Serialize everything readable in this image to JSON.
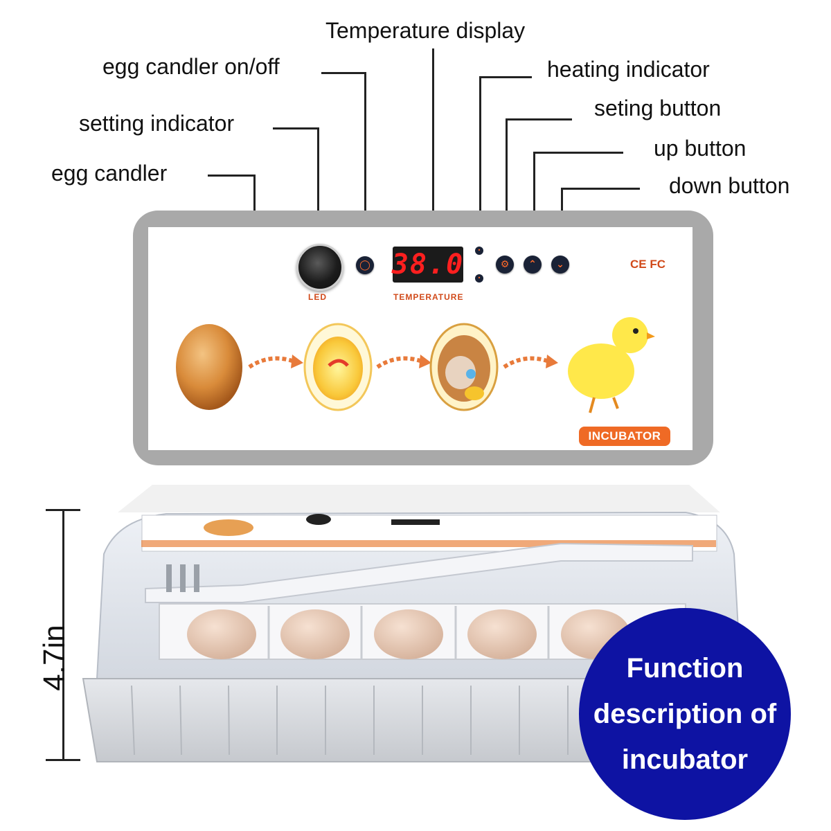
{
  "callouts": {
    "temperature_display": "Temperature display",
    "egg_candler_onoff": "egg candler on/off",
    "heating_indicator": "heating indicator",
    "setting_button": "seting button",
    "setting_indicator": "setting indicator",
    "up_button": "up button",
    "egg_candler": "egg candler",
    "down_button": "down button"
  },
  "panel": {
    "led_label": "LED",
    "temperature_label": "TEMPERATURE",
    "display_value": "38.0",
    "cert_marks": "CE FC",
    "brand": "INCUBATOR"
  },
  "dimension": {
    "height": "4.7in"
  },
  "badge": {
    "line1": "Function",
    "line2": "description of",
    "line3": "incubator"
  },
  "colors": {
    "accent_orange": "#ef6a25",
    "display_red": "#ff1f1f",
    "badge_blue": "#0e13a3",
    "button_dark": "#1a2236"
  },
  "icons": {
    "candler": "candle-icon",
    "heating": "heat-dot-icon",
    "setting": "gear-icon",
    "setting_indicator": "indicator-dot-icon",
    "up": "chevron-up-icon",
    "down": "chevron-down-icon"
  }
}
